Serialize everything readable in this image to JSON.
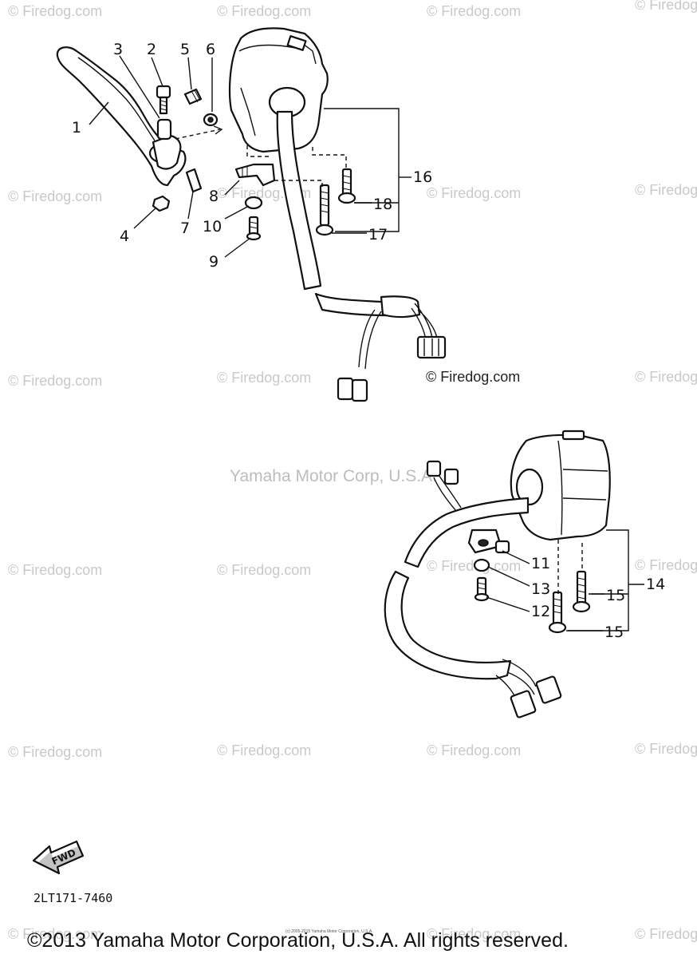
{
  "watermarks": [
    "© Firedog.com"
  ],
  "center_watermark": "Yamaha Motor Corp, U.S.A.",
  "inline_credit": "© Firedog.com",
  "callouts": {
    "p1": "1",
    "p2": "2",
    "p3": "3",
    "p4": "4",
    "p5": "5",
    "p6": "6",
    "p7": "7",
    "p8": "8",
    "p9": "9",
    "p10": "10",
    "p11": "11",
    "p12": "12",
    "p13": "13",
    "p14": "14",
    "p15a": "15",
    "p15b": "15",
    "p16": "16",
    "p17": "17",
    "p18": "18"
  },
  "fwd_label": "FWD",
  "diagram_code": "2LT171-7460",
  "small_credit": "(c) 2005-2015 Yamaha Motor Corporation, U.S.A.",
  "copyright": "©2013 Yamaha Motor Corporation, U.S.A. All rights reserved."
}
